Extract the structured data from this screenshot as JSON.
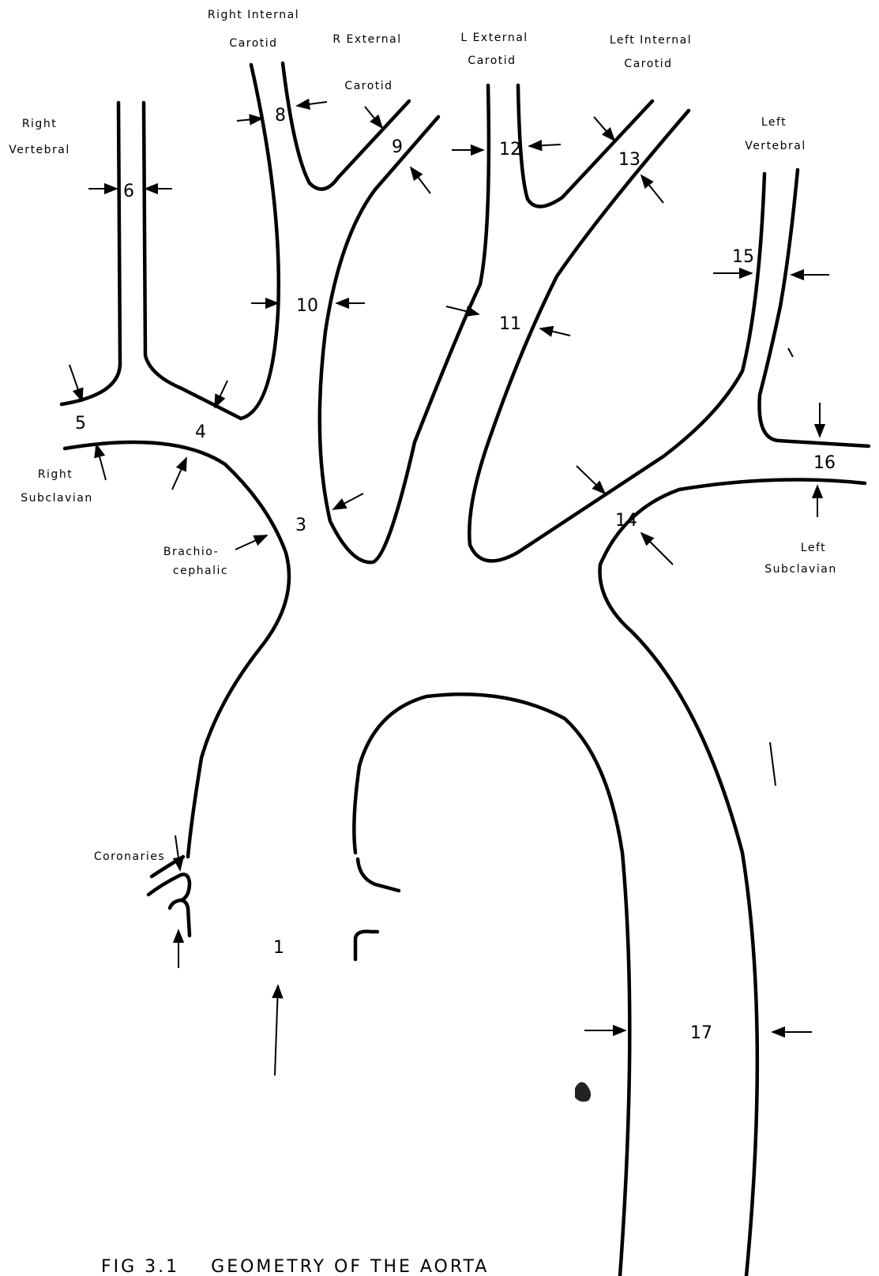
{
  "labels": {
    "right_internal_carotid": [
      "Right Internal",
      "Carotid"
    ],
    "r_external_carotid": [
      "R External",
      "Carotid"
    ],
    "l_external_carotid": [
      "L External",
      "Carotid"
    ],
    "left_internal_carotid": [
      "Left Internal",
      "Carotid"
    ],
    "right_vertebral": [
      "Right",
      "Vertebral"
    ],
    "left_vertebral": [
      "Left",
      "Vertebral"
    ],
    "right_subclavian": [
      "Right",
      "Subclavian"
    ],
    "left_subclavian": [
      "Left",
      "Subclavian"
    ],
    "brachiocephalic": [
      "Brachio-",
      "cephalic"
    ],
    "coronaries": "Coronaries"
  },
  "segments": [
    "1",
    "3",
    "4",
    "5",
    "6",
    "8",
    "9",
    "10",
    "11",
    "12",
    "13",
    "14",
    "15",
    "16",
    "17"
  ],
  "caption": "FIG 3.1    GEOMETRY OF THE AORTA"
}
